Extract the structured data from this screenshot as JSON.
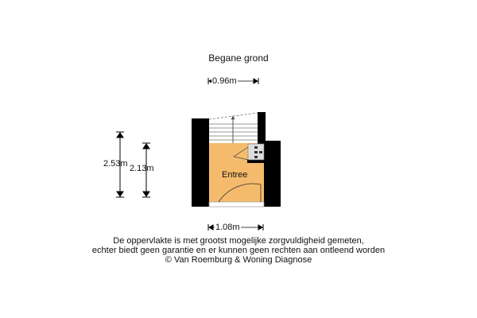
{
  "title": "Begane grond",
  "room_label": "Entree",
  "dimensions": {
    "top_width": "0.96m",
    "bottom_width": "1.08m",
    "height_outer": "2.53m",
    "height_inner": "2.13m"
  },
  "disclaimer": [
    "De oppervlakte is met grootst mogelijke zorgvuldigheid gemeten,",
    "echter biedt geen garantie en er kunnen geen rechten aan ontleend worden",
    "© Van Roemburg & Woning Diagnose"
  ],
  "colors": {
    "floor": "#f5bb6c",
    "wall": "#000000"
  }
}
